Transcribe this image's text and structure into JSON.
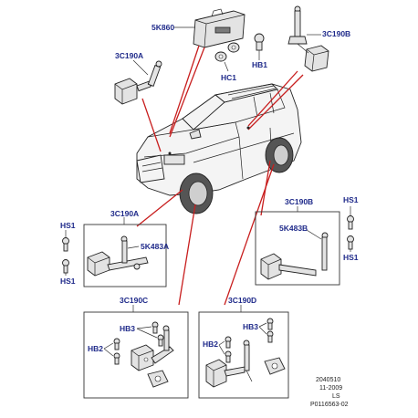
{
  "labels": {
    "ecu": "5K860",
    "hb1": "HB1",
    "hc1": "HC1",
    "sensor_front_top": "3C190A",
    "sensor_rear_top": "3C190B",
    "box_front_left": "3C190A",
    "box_front_left_link": "5K483A",
    "box_rear": "3C190B",
    "box_rear_link": "5K483B",
    "hs1_left_top": "HS1",
    "hs1_left_bottom": "HS1",
    "hs1_right_top": "HS1",
    "hs1_right_bottom": "HS1",
    "box_c": "3C190C",
    "box_c_hb3": "HB3",
    "box_c_hb2": "HB2",
    "box_d": "3C190D",
    "box_d_hb3": "HB3",
    "box_d_hb2": "HB2"
  },
  "footer": {
    "code": "2040510",
    "date": "11-2009",
    "ls": "LS",
    "ref": "P0116563-02"
  }
}
